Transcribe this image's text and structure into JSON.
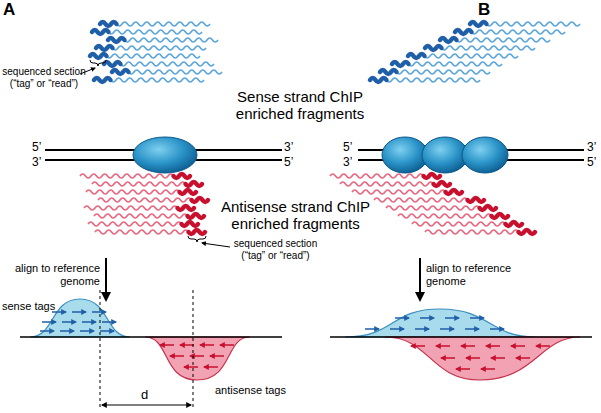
{
  "diagram": {
    "labels": [
      "A",
      "B",
      "sequenced section (“tag” or “read”)",
      "Sense strand ChIP enriched fragments",
      "5’",
      "3’",
      "3’",
      "5’",
      "5’",
      "3’",
      "3’",
      "5’",
      "Antisense strand ChIP enriched fragments",
      "sequenced section (“tag” or “read”)",
      "align to reference genome",
      "align to reference genome",
      "sense tags",
      "antisense tags",
      "d"
    ]
  }
}
